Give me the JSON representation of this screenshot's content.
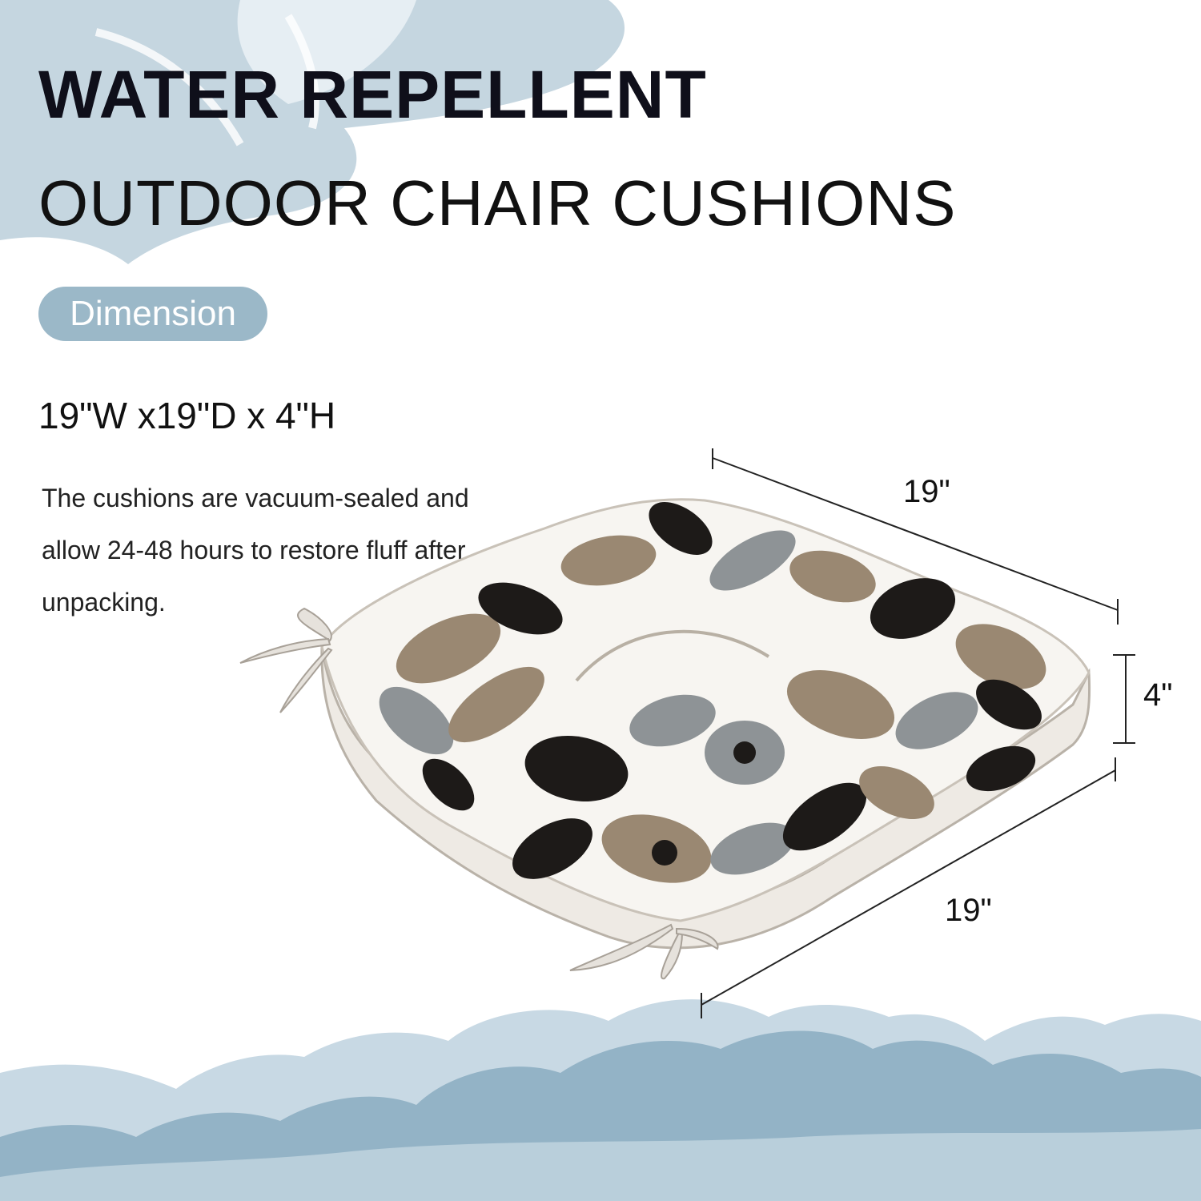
{
  "heading": {
    "line1": "WATER REPELLENT",
    "line2": "OUTDOOR CHAIR CUSHIONS"
  },
  "badge": {
    "label": "Dimension"
  },
  "dimensions_text": "19\"W x19\"D x 4\"H",
  "description": "The cushions are vacuum-sealed and allow 24-48 hours to restore fluff after unpacking.",
  "measurements": {
    "top": "19\"",
    "right": "4\"",
    "bottom": "19\""
  },
  "colors": {
    "accent_blue": "#9bb8c8",
    "light_blue": "#b9cfdb",
    "text_dark": "#111111",
    "print_taupe": "#9a8872",
    "print_black": "#1d1a18",
    "print_gray": "#8e9396"
  }
}
